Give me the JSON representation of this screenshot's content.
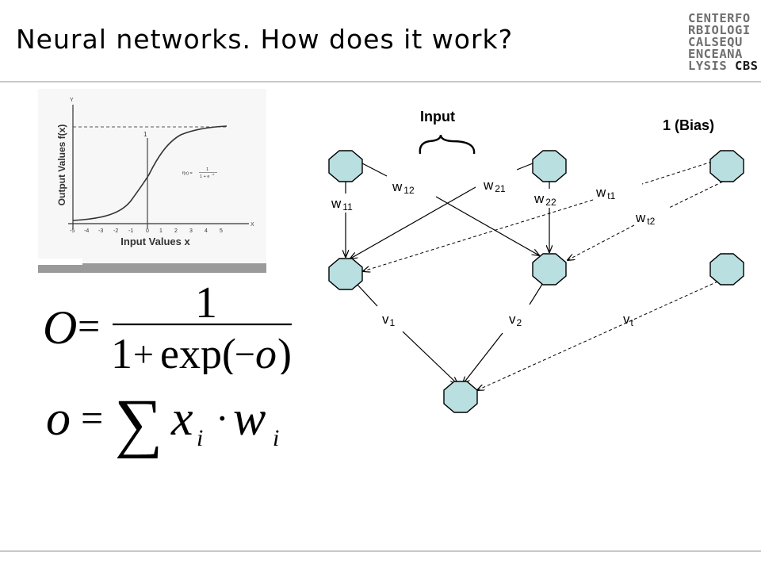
{
  "slide": {
    "title": "Neural networks. How does it work?"
  },
  "logo": {
    "lines": [
      "CENTERFO",
      "RBIOLOGI",
      "CALSEQU",
      "ENCEANA",
      "LYSIS"
    ],
    "cbs": "CBS"
  },
  "plot": {
    "ylabel": "Output Values f(x)",
    "xlabel": "Input Values x",
    "y_axis_letter": "Y",
    "x_axis_letter": "X",
    "one_label": "1",
    "x_ticks": [
      "-5",
      "-4",
      "-3",
      "-2",
      "-1",
      "0",
      "1",
      "2",
      "3",
      "4",
      "5"
    ],
    "inline_formula_lhs": "f(x) =",
    "inline_formula_num": "1",
    "inline_formula_den": "1 + e",
    "inline_formula_exp": "-x"
  },
  "formulas": {
    "sigmoid_lhs": "O",
    "sigmoid_eq": "=",
    "sigmoid_num": "1",
    "sigmoid_den_one": "1",
    "sigmoid_den_plus": "+",
    "sigmoid_den_exp": "exp(",
    "sigmoid_den_neg": "−",
    "sigmoid_den_var": "o",
    "sigmoid_den_close": ")",
    "sum_lhs": "o",
    "sum_eq": "=",
    "sum_sigma": "∑",
    "sum_x": "x",
    "sum_i1": "i",
    "sum_dot": "·",
    "sum_w": "w",
    "sum_i2": "i"
  },
  "network": {
    "input_label": "Input",
    "bias_label": "1 (Bias)",
    "weights": {
      "w11": {
        "main": "w",
        "sub": "11"
      },
      "w12": {
        "main": "w",
        "sub": "12"
      },
      "w21": {
        "main": "w",
        "sub": "21"
      },
      "w22": {
        "main": "w",
        "sub": "22"
      },
      "wt1": {
        "main": "w",
        "sub": "t1"
      },
      "wt2": {
        "main": "w",
        "sub": "t2"
      },
      "v1": {
        "main": "v",
        "sub": "1"
      },
      "v2": {
        "main": "v",
        "sub": "2"
      },
      "vt": {
        "main": "v",
        "sub": "t"
      }
    },
    "node_color": "#b9dfe0"
  }
}
